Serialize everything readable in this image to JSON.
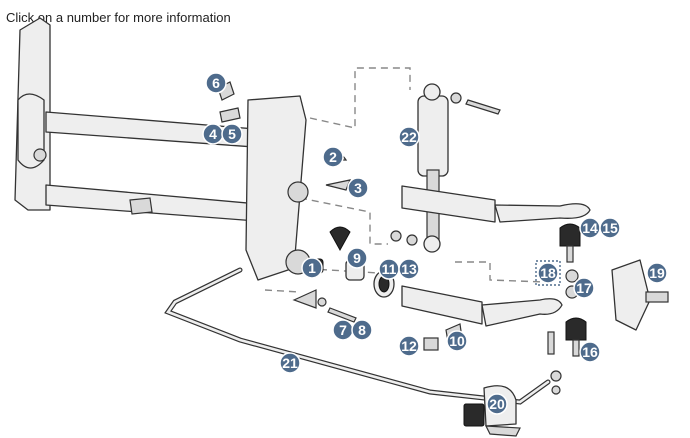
{
  "instruction": "Click on a number for more information",
  "colors": {
    "badge_fill": "#4e6b8c",
    "badge_text": "#ffffff",
    "line": "#333333",
    "part_fill": "#eeeeee"
  },
  "callouts": [
    "1",
    "2",
    "3",
    "4",
    "5",
    "6",
    "7",
    "8",
    "9",
    "10",
    "11",
    "12",
    "13",
    "14",
    "15",
    "16",
    "17",
    "18",
    "19",
    "20",
    "21",
    "22"
  ]
}
